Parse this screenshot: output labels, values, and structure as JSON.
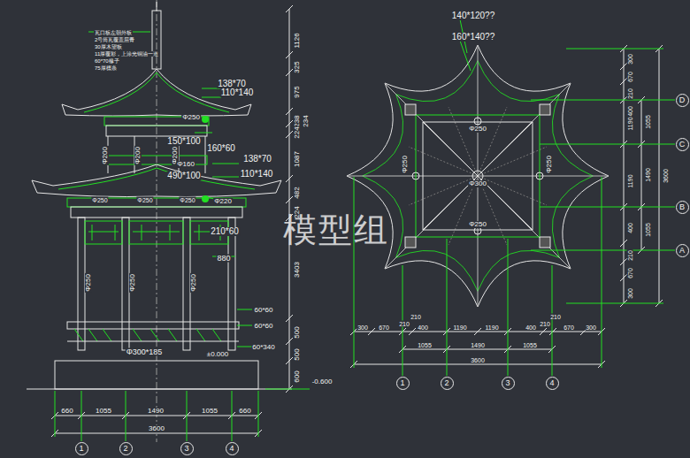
{
  "diagram": {
    "nodes": [
      {
        "text": [
          "D"
        ]
      },
      {
        "text": [
          "C"
        ]
      },
      {
        "text": [
          "B"
        ]
      },
      {
        "text": [
          "A"
        ]
      },
      {
        "text": [
          "1"
        ]
      },
      {
        "text": [
          "2"
        ]
      },
      {
        "text": [
          "3"
        ]
      },
      {
        "text": [
          "4"
        ]
      },
      {
        "text": [
          "1"
        ]
      },
      {
        "text": [
          "2"
        ]
      },
      {
        "text": [
          "3"
        ]
      },
      {
        "text": [
          "4"
        ]
      }
    ],
    "labels": [
      "瓦口板左朝外板",
      "2号筒瓦覆盖层青",
      "30厚木望板",
      "11厚覆彩，上涂光铜油一道",
      "60*70椽子",
      "75厚檩条",
      "1126",
      "325",
      "975",
      "238",
      "234",
      "224",
      "1087",
      "482",
      "224",
      "3403",
      "500",
      "500",
      "600",
      "-0.600",
      "138*70",
      "110*140",
      "Φ250",
      "150*100",
      "Φ200",
      "Φ200",
      "Φ200",
      "160*60",
      "Φ160",
      "138*70",
      "110*140",
      "490*100",
      "Φ220",
      "Φ250",
      "Φ250",
      "Φ250",
      "210*60",
      "880",
      "Φ250",
      "Φ250",
      "Φ250",
      "60*60",
      "60*60",
      "Φ300*185",
      "±0.000",
      "60*340",
      "660",
      "1055",
      "1490",
      "1055",
      "660",
      "3600",
      "140*120??",
      "160*140??",
      "Φ250",
      "Φ250",
      "Φ300",
      "Φ250",
      "Φ250",
      "300",
      "670",
      "210",
      "400",
      "1190",
      "1190",
      "400",
      "210",
      "670",
      "300",
      "1055",
      "1490",
      "1055",
      "3600",
      "300",
      "670",
      "210",
      "400",
      "1190",
      "1190",
      "400",
      "210",
      "670",
      "300",
      "210",
      "210",
      "1055",
      "1490",
      "1055",
      "3600",
      "模型组"
    ]
  }
}
